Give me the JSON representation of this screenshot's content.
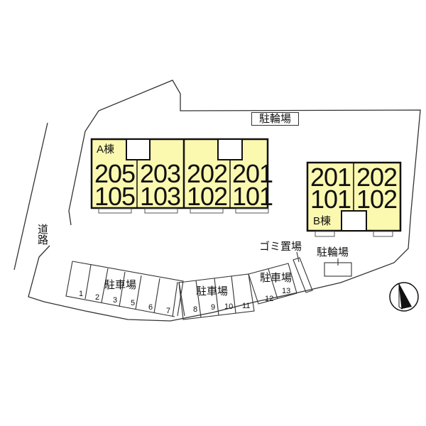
{
  "map": {
    "colors": {
      "building_fill": "#fbf8b0",
      "building_stroke": "#111111",
      "line": "#333333",
      "background": "#ffffff"
    },
    "road": {
      "label": "道路"
    },
    "bicycle_parking_top": {
      "label": "駐輪場"
    },
    "building_a": {
      "label": "A棟",
      "units": [
        {
          "upper": "205",
          "lower": "105"
        },
        {
          "upper": "203",
          "lower": "103"
        },
        {
          "upper": "202",
          "lower": "102"
        },
        {
          "upper": "201",
          "lower": "101"
        }
      ]
    },
    "building_b": {
      "label": "B棟",
      "units": [
        {
          "upper": "201",
          "lower": "101"
        },
        {
          "upper": "202",
          "lower": "102"
        }
      ]
    },
    "garbage": {
      "label": "ゴミ置場"
    },
    "bicycle_parking_right": {
      "label": "駐輪場"
    },
    "parking": [
      {
        "label": "駐車場",
        "stalls": [
          "1",
          "2",
          "3",
          "5",
          "6",
          "7"
        ]
      },
      {
        "label": "駐車場",
        "stalls": [
          "8",
          "9",
          "10",
          "11"
        ]
      },
      {
        "label": "駐車場",
        "stalls": [
          "12",
          "13"
        ]
      }
    ],
    "compass": {
      "icon": "north-arrow-icon"
    }
  }
}
